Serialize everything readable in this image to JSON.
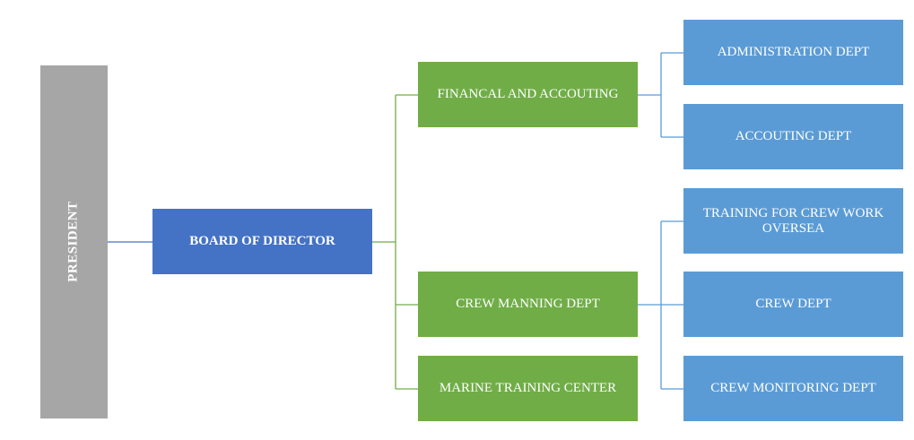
{
  "president": {
    "label": "PRESIDENT"
  },
  "board": {
    "label": "BOARD OF DIRECTOR"
  },
  "departments": {
    "financial": "FINANCAL AND ACCOUTING",
    "crew_manning": "CREW MANNING DEPT",
    "marine_training": "MARINE TRAINING CENTER"
  },
  "sub_departments": {
    "administration": "ADMINISTRATION DEPT",
    "accounting": "ACCOUTING DEPT",
    "training_overseas": "TRAINING FOR CREW WORK OVERSEA",
    "crew": "CREW DEPT",
    "crew_monitoring": "CREW MONITORING DEPT"
  },
  "colors": {
    "president": "#a6a6a6",
    "board": "#4472c4",
    "department": "#70ad47",
    "sub_department": "#5b9bd5",
    "connector_board": "#4472c4",
    "connector_department": "#70ad47",
    "connector_sub": "#5b9bd5"
  }
}
